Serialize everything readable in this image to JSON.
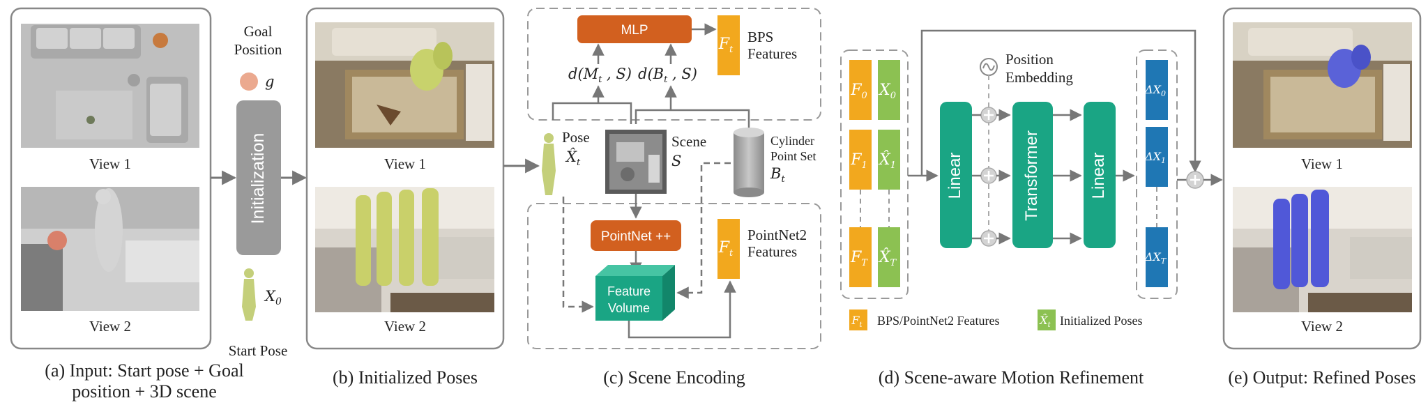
{
  "panel_a": {
    "view1": "View 1",
    "view2": "View 2",
    "goal_title_1": "Goal",
    "goal_title_2": "Position",
    "goal_symbol": "g",
    "init_label": "Initialization",
    "x0": "X",
    "x0_sub": "0",
    "start_pose": "Start Pose",
    "caption_1": "(a) Input: Start pose + Goal",
    "caption_2": "position + 3D scene"
  },
  "panel_b": {
    "view1": "View 1",
    "view2": "View 2",
    "caption": "(b) Initialized Poses"
  },
  "panel_c": {
    "mlp": "MLP",
    "d1": "d(M",
    "d1_sub": "t",
    "d1_tail": " , S)",
    "d2": "d(B",
    "d2_sub": "t",
    "d2_tail": " , S)",
    "ft": "F",
    "ft_sub": "t",
    "bps_1": "BPS",
    "bps_2": "Features",
    "pose": "Pose",
    "pose_sym": "X̂",
    "pose_sub": "t",
    "scene": "Scene",
    "scene_sym": "S",
    "cyl_1": "Cylinder",
    "cyl_2": "Point Set",
    "cyl_sym": "B",
    "cyl_sub": "t",
    "pointnet": "PointNet ++",
    "fv_1": "Feature",
    "fv_2": "Volume",
    "pn2_1": "PointNet2",
    "pn2_2": "Features",
    "caption": "(c) Scene Encoding"
  },
  "panel_d": {
    "f0": "F",
    "f0_sub": "0",
    "f1": "F",
    "f1_sub": "1",
    "fT": "F",
    "fT_sub": "T",
    "x0": "X",
    "x0_sub": "0",
    "x1": "X̂",
    "x1_sub": "1",
    "xT": "X̂",
    "xT_sub": "T",
    "pos_1": "Position",
    "pos_2": "Embedding",
    "linear1": "Linear",
    "transformer": "Transformer",
    "linear2": "Linear",
    "dx0": "ΔX",
    "dx0_sub": "0",
    "dx1": "ΔX",
    "dx1_sub": "1",
    "dxT": "ΔX",
    "dxT_sub": "T",
    "legend_ft": "F",
    "legend_ft_sub": "t",
    "legend_ft_label": "BPS/PointNet2 Features",
    "legend_x": "X̂",
    "legend_x_sub": "t",
    "legend_x_label": "Initialized Poses",
    "caption": "(d) Scene-aware Motion Refinement"
  },
  "panel_e": {
    "view1": "View 1",
    "view2": "View 2",
    "caption": "(e) Output: Refined Poses"
  },
  "colors": {
    "orange_box": "#d2601f",
    "yellow": "#f2a81e",
    "green": "#8cc152",
    "teal": "#1aa584",
    "blue": "#1f77b4",
    "gray": "#9a9a9a",
    "arrow": "#777777"
  }
}
